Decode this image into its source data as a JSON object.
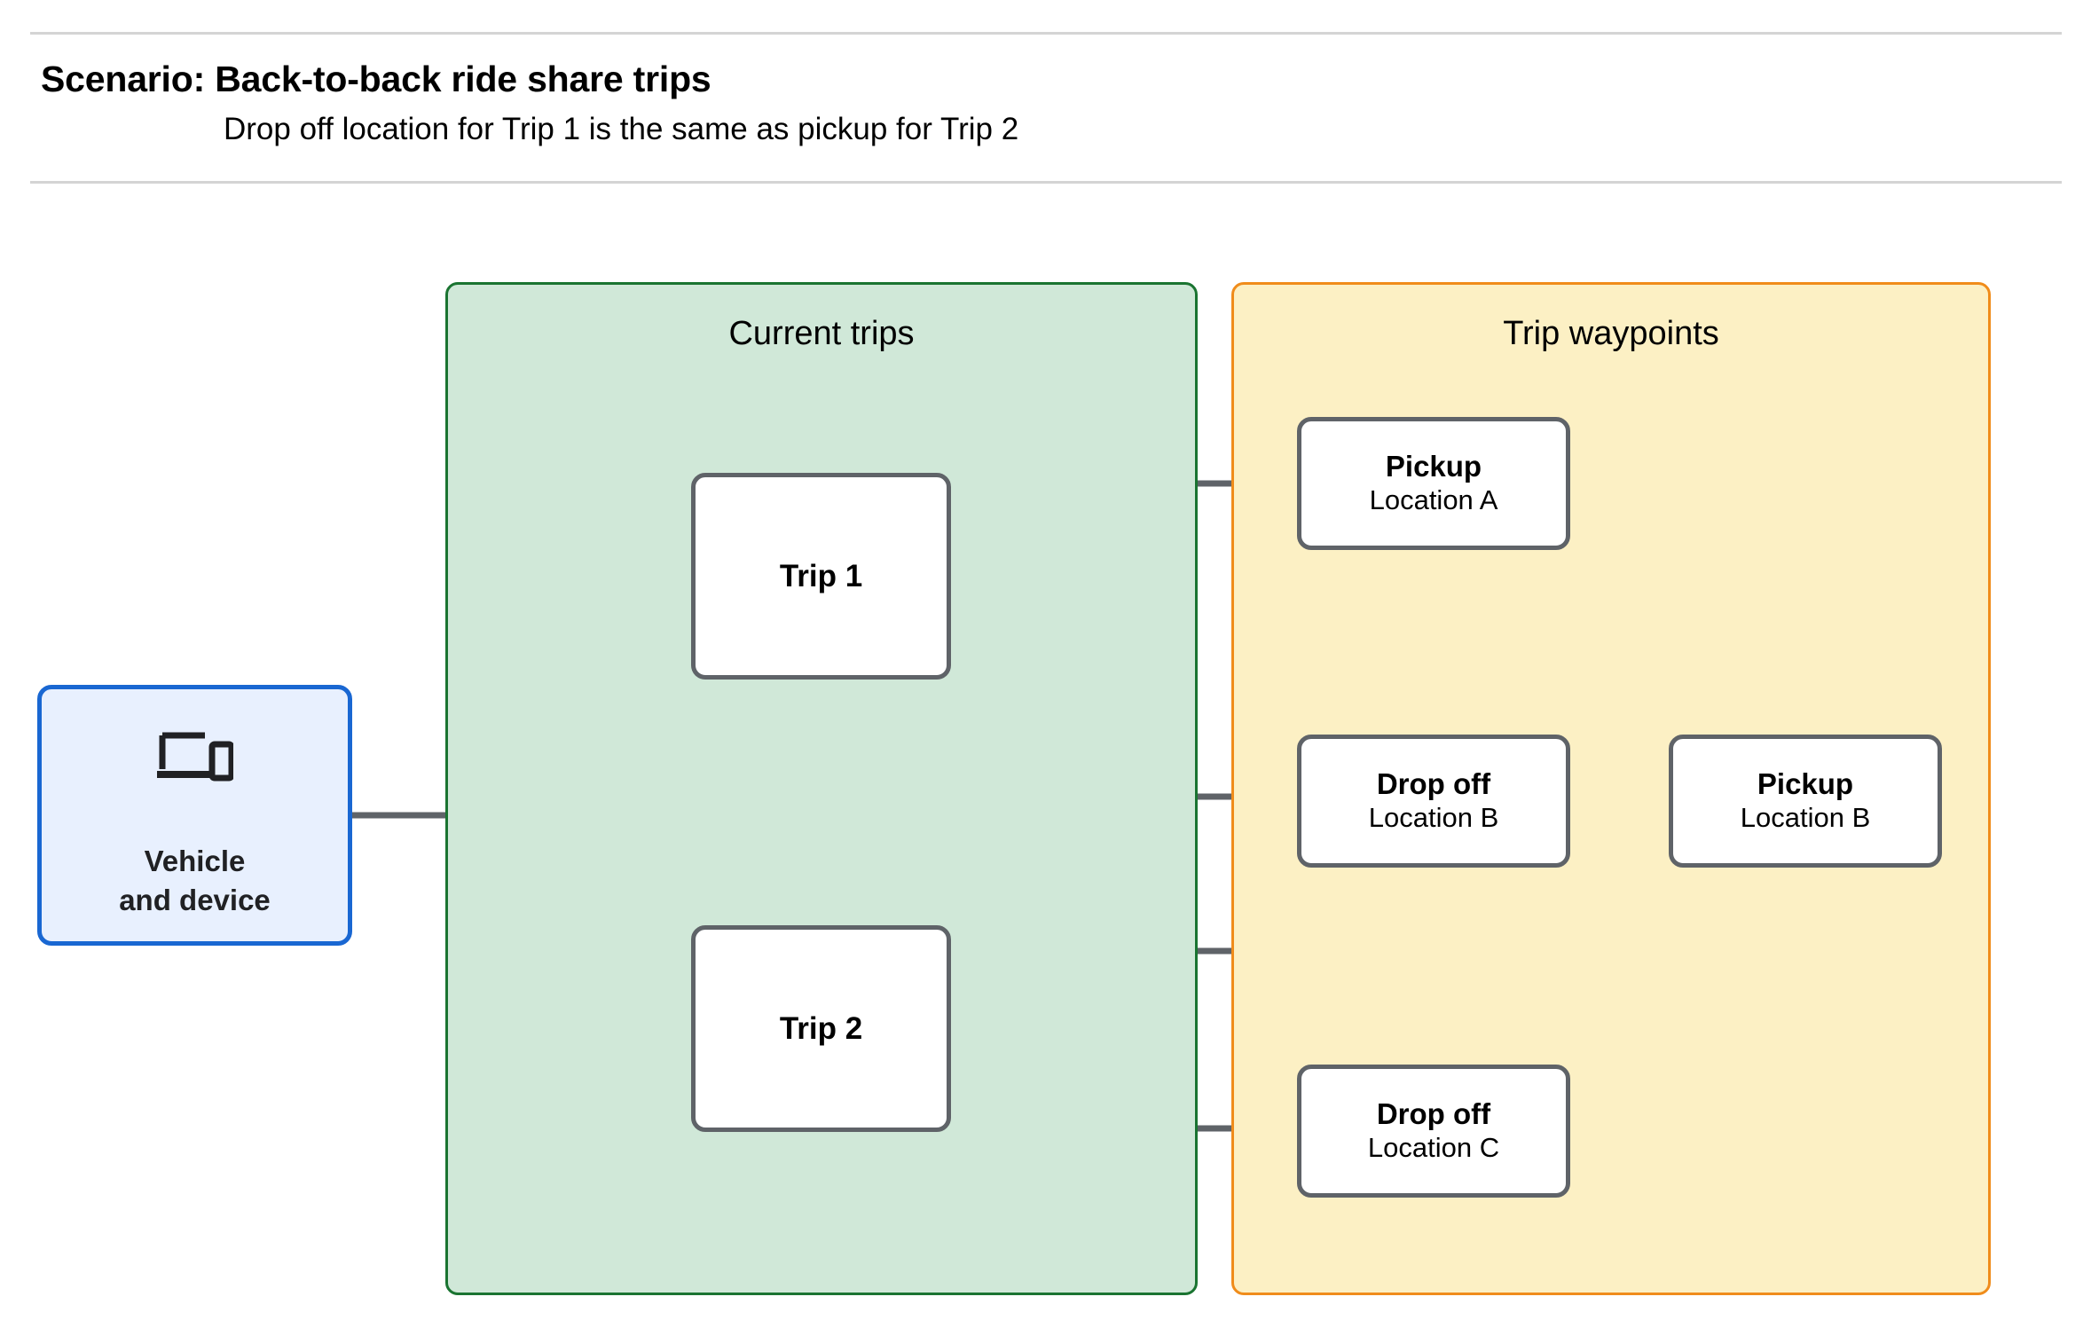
{
  "header": {
    "title": "Scenario: Back-to-back ride share trips",
    "subtitle": "Drop off  location for Trip 1 is the same as pickup for Trip 2"
  },
  "vehicle": {
    "icon": "laptop-and-phone-icon",
    "line1": "Vehicle",
    "line2": "and device"
  },
  "panels": {
    "trips": {
      "title": "Current trips",
      "fill": "#d0e8d8",
      "border": "#1a7431"
    },
    "waypoints": {
      "title": "Trip waypoints",
      "fill": "#fcf0c4",
      "border": "#f08c1b"
    }
  },
  "trips": [
    {
      "label": "Trip 1"
    },
    {
      "label": "Trip 2"
    }
  ],
  "waypoints": [
    {
      "type": "Pickup",
      "location": "Location A"
    },
    {
      "type": "Drop off",
      "location": "Location B"
    },
    {
      "type": "Pickup",
      "location": "Location B"
    },
    {
      "type": "Drop off",
      "location": "Location C"
    }
  ],
  "colors": {
    "connector": "#5f6368",
    "node_border": "#5f6368",
    "vehicle_fill": "#e8f0fe",
    "vehicle_border": "#1967d2",
    "rule": "#d4d4d4"
  }
}
